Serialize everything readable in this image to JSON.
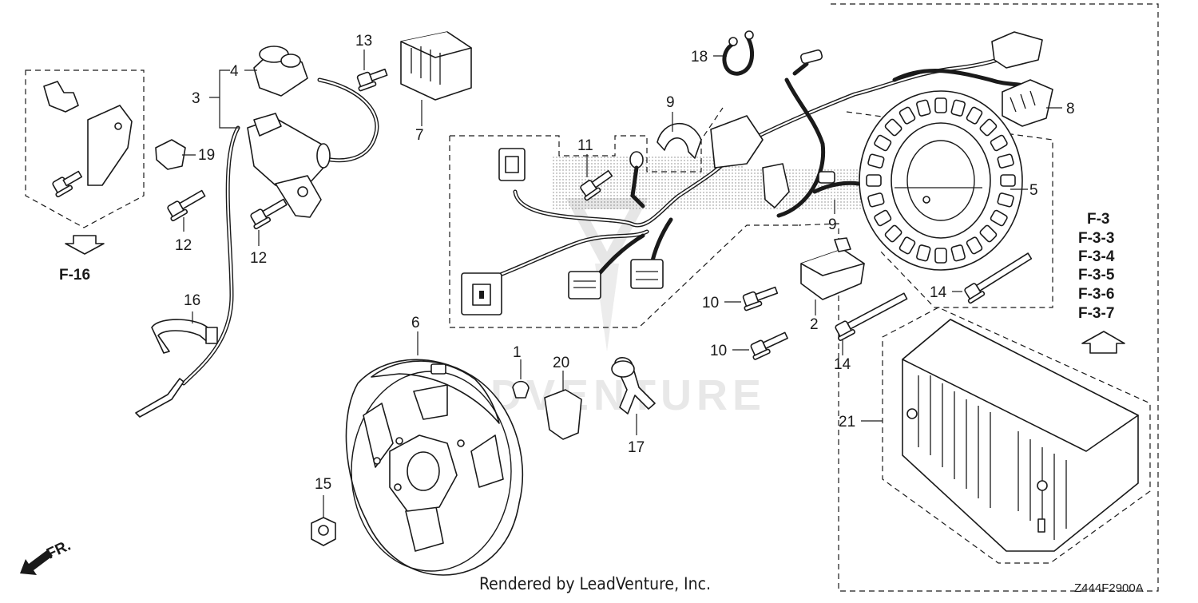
{
  "diagram": {
    "callouts": {
      "c1": "1",
      "c2": "2",
      "c3": "3",
      "c4": "4",
      "c5": "5",
      "c6": "6",
      "c7": "7",
      "c8": "8",
      "c9a": "9",
      "c9b": "9",
      "c10a": "10",
      "c10b": "10",
      "c11": "11",
      "c12a": "12",
      "c12b": "12",
      "c13": "13",
      "c14a": "14",
      "c14b": "14",
      "c15": "15",
      "c16": "16",
      "c17": "17",
      "c18": "18",
      "c19": "19",
      "c20": "20",
      "c21": "21"
    },
    "refs": {
      "f16": "F-16",
      "f3": "F-3",
      "f33": "F-3-3",
      "f34": "F-3-4",
      "f35": "F-3-5",
      "f36": "F-3-6",
      "f37": "F-3-7"
    },
    "front_label": "FR.",
    "credit": "Rendered by LeadVenture, Inc.",
    "code": "Z444F2900A",
    "watermark": "LEADVENTURE"
  }
}
